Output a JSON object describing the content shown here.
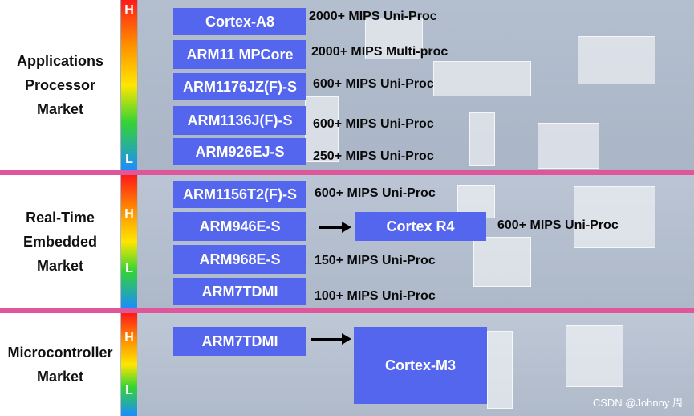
{
  "sections": [
    {
      "label": "Applications\nProcessor\nMarket",
      "h": "H",
      "l": "L"
    },
    {
      "label": "Real-Time\nEmbedded\nMarket",
      "h": "H",
      "l": "L"
    },
    {
      "label": "Microcontroller\nMarket",
      "h": "H",
      "l": "L"
    }
  ],
  "cores": {
    "cortex_a8": "Cortex-A8",
    "arm11_mpcore": "ARM11 MPCore",
    "arm1176jzfs": "ARM1176JZ(F)-S",
    "arm1136jfs": "ARM1136J(F)-S",
    "arm926ejs": "ARM926EJ-S",
    "arm1156t2fs": "ARM1156T2(F)-S",
    "arm946es": "ARM946E-S",
    "arm968es": "ARM968E-S",
    "arm7tdmi_rt": "ARM7TDMI",
    "cortex_r4": "Cortex R4",
    "arm7tdmi_mc": "ARM7TDMI",
    "cortex_m3": "Cortex-M3"
  },
  "perf": {
    "cortex_a8": "2000+ MIPS Uni-Proc",
    "arm11_mpcore": "2000+ MIPS Multi-proc",
    "arm1176jzfs": "600+ MIPS Uni-Proc",
    "arm1136jfs": "600+ MIPS Uni-Proc",
    "arm926ejs": "250+ MIPS Uni-Proc",
    "arm1156t2fs": "600+ MIPS Uni-Proc",
    "cortex_r4": "600+ MIPS Uni-Proc",
    "arm968es": "150+ MIPS Uni-Proc",
    "arm7tdmi_rt": "100+ MIPS Uni-Proc"
  },
  "watermark": "CSDN @Johnny 周"
}
